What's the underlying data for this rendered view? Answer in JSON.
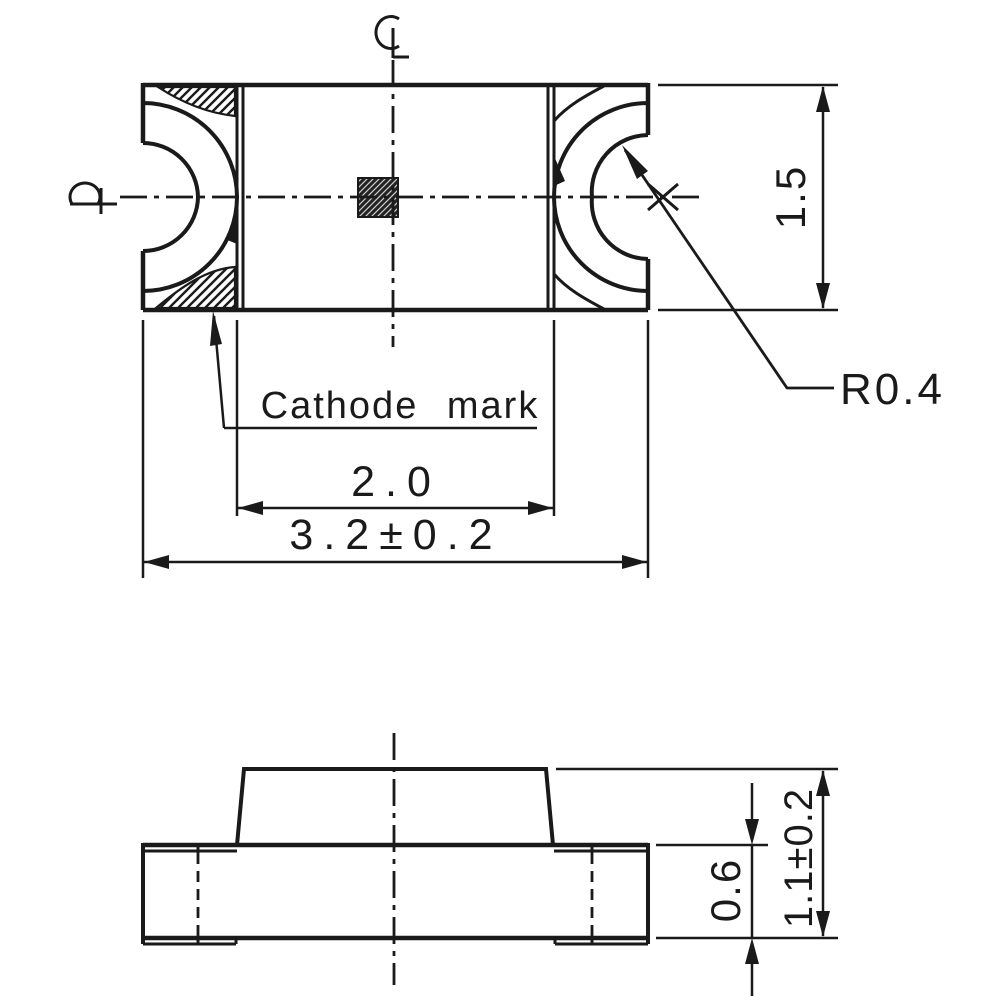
{
  "drawing": {
    "type": "smd-led-package-outline",
    "colors": {
      "line": "#1a1a1a",
      "background": "#ffffff"
    },
    "symbols": {
      "centerline_symbol": "℄"
    },
    "top_view": {
      "cathode_label": "Cathode mark",
      "dim_inner_width": "2.0",
      "dim_total_width": "3.2±0.2",
      "dim_height": "1.5",
      "radius_label": "R0.4"
    },
    "side_view": {
      "dim_terminal_height": "0.6",
      "dim_total_height": "1.1±0.2"
    }
  }
}
